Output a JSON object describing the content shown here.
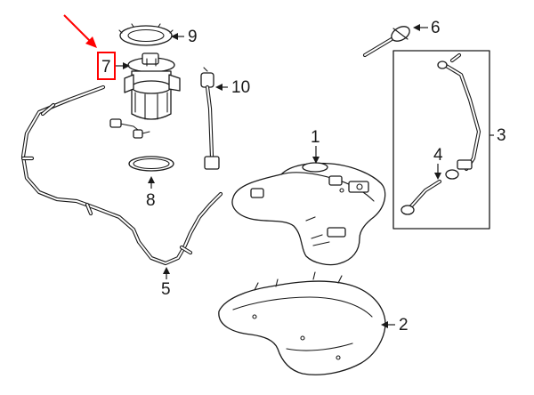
{
  "parts": [
    {
      "id": "1",
      "name": "fuel-tank"
    },
    {
      "id": "2",
      "name": "fuel-tank-shield"
    },
    {
      "id": "3",
      "name": "filler-pipe"
    },
    {
      "id": "4",
      "name": "filler-hose"
    },
    {
      "id": "5",
      "name": "fuel-line"
    },
    {
      "id": "6",
      "name": "filler-cap"
    },
    {
      "id": "7",
      "name": "fuel-pump-module"
    },
    {
      "id": "8",
      "name": "seal-ring"
    },
    {
      "id": "9",
      "name": "lock-ring"
    },
    {
      "id": "10",
      "name": "level-sensor"
    }
  ],
  "highlight": {
    "part_id": "7",
    "color": "#ff0000"
  },
  "colors": {
    "line": "#1a1a1a",
    "background": "#ffffff",
    "accent": "#ff0000"
  }
}
